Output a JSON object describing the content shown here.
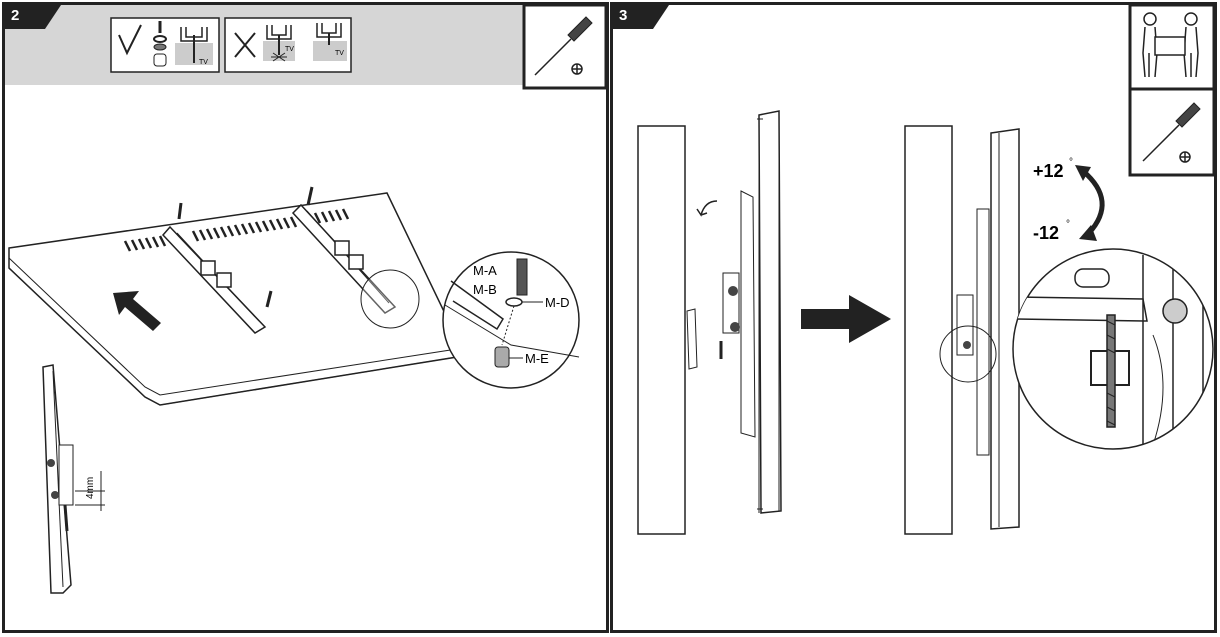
{
  "steps": [
    {
      "number": "2"
    },
    {
      "number": "3"
    }
  ],
  "callout": {
    "label_a": "M-A",
    "label_b": "M-B",
    "label_d": "M-D",
    "label_e": "M-E"
  },
  "hardware_icons": {
    "tv_label": "TV"
  },
  "spacing": {
    "label": "4mm"
  },
  "tilt": {
    "plus": "+12",
    "minus": "-12",
    "degree": "°"
  },
  "icons": [
    "screwdriver-icon",
    "phillips-head-icon",
    "two-person-lift-icon",
    "check-mark-icon",
    "cross-mark-icon",
    "arrow-icon"
  ],
  "colors": {
    "line": "#222222",
    "band": "#d6d6d6",
    "tab": "#222222"
  }
}
